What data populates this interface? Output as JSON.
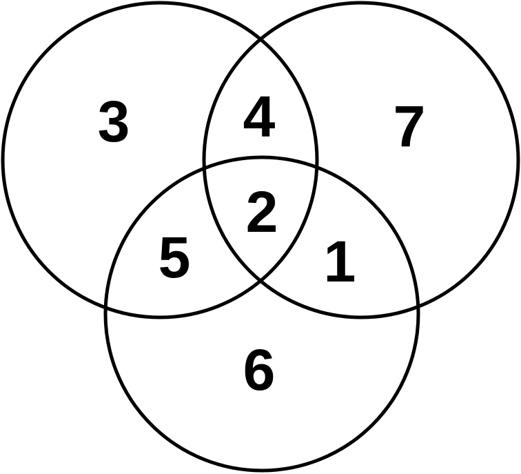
{
  "diagram": {
    "type": "venn-3",
    "regions": {
      "left_only": "3",
      "left_right": "4",
      "right_only": "7",
      "all_three": "2",
      "left_bottom": "5",
      "right_bottom": "1",
      "bottom_only": "6"
    },
    "stroke_color": "#000000",
    "background_color": "#ffffff"
  }
}
